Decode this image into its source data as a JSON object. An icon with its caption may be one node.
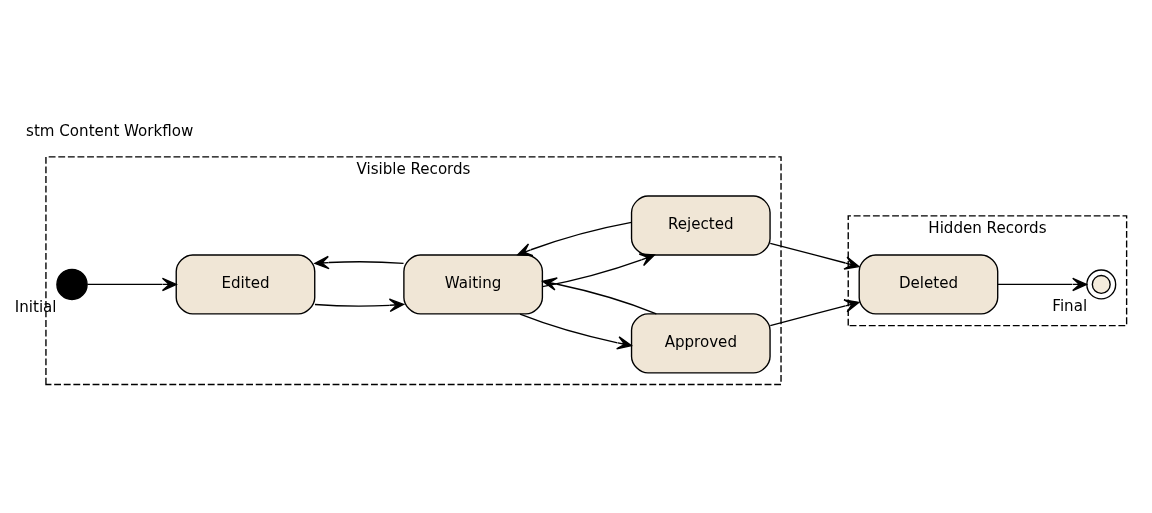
{
  "diagram": {
    "title": "stm Content Workflow",
    "nodes": [
      {
        "text": [
          "Visible Records"
        ]
      },
      {
        "text": [],
        "shape": "circle",
        "beside": [
          "Initial"
        ],
        "in": 0
      },
      {
        "text": [
          "Edited"
        ],
        "in": 0
      },
      {
        "text": [
          "Waiting"
        ],
        "in": 0
      },
      {
        "text": [
          "Approved"
        ],
        "in": 0
      },
      {
        "text": [
          "Rejected"
        ],
        "in": 0
      },
      {
        "text": [
          "Hidden Records"
        ]
      },
      {
        "text": [
          "Deleted"
        ],
        "in": 6
      },
      {
        "text": [],
        "shape": "bullseye",
        "beside": [
          "Final"
        ],
        "in": 6
      }
    ],
    "edges": [
      {
        "from": 1,
        "to": 2,
        "arrow": "to"
      },
      {
        "from": 3,
        "to": 2,
        "arrow": "to"
      },
      {
        "from": 2,
        "to": 3,
        "arrow": "to"
      },
      {
        "from": 4,
        "to": 3,
        "arrow": "to"
      },
      {
        "from": 3,
        "to": 4,
        "arrow": "to"
      },
      {
        "from": 3,
        "to": 5,
        "arrow": "to"
      },
      {
        "from": 5,
        "to": 3,
        "arrow": "to"
      },
      {
        "from": 4,
        "to": 7,
        "arrow": "to"
      },
      {
        "from": 5,
        "to": 7,
        "arrow": "to"
      },
      {
        "from": 7,
        "to": 8,
        "arrow": "to"
      }
    ]
  }
}
